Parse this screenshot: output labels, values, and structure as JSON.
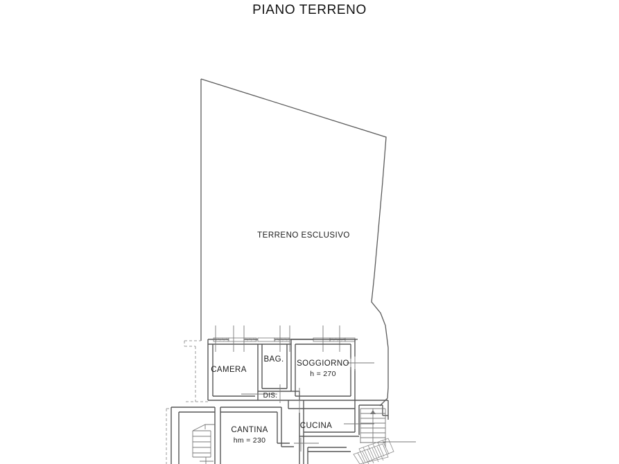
{
  "document": {
    "title": "PIANO TERRENO",
    "type": "floor-plan",
    "language": "it"
  },
  "colors": {
    "background": "#ffffff",
    "line": "#4a4a4a",
    "wall": "#555555",
    "text": "#1a1a1a",
    "hatch": "#888888"
  },
  "areas": {
    "exclusive_land": {
      "label": "TERRENO ESCLUSIVO"
    }
  },
  "rooms": [
    {
      "key": "camera",
      "label": "CAMERA",
      "sublabel": ""
    },
    {
      "key": "bagno",
      "label": "BAG.",
      "sublabel": ""
    },
    {
      "key": "soggiorno",
      "label": "SOGGIORNO",
      "sublabel": "h = 270"
    },
    {
      "key": "disimpegno",
      "label": "DIS.",
      "sublabel": ""
    },
    {
      "key": "cantina",
      "label": "CANTINA",
      "sublabel": "hm = 230"
    },
    {
      "key": "cucina",
      "label": "CUCINA",
      "sublabel": ""
    }
  ],
  "annotations": {
    "soggiorno_height": "h = 270",
    "cantina_height": "hm = 230"
  },
  "features": {
    "interior_stair": "stair-interior",
    "exterior_stair": "stair-exterior",
    "paved_walkway": "paved-walkway",
    "property_boundary": "property-boundary",
    "dashed_projection": "dashed-projection"
  }
}
